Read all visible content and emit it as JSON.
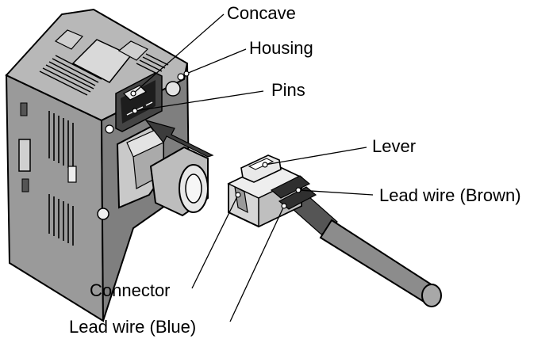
{
  "labels": {
    "concave": "Concave",
    "housing": "Housing",
    "pins": "Pins",
    "lever": "Lever",
    "lead_wire_brown": "Lead  wire (Brown)",
    "connector": "Connector",
    "lead_wire_blue": "Lead  wire (Blue)"
  },
  "colors": {
    "body_front": "#9a9a9a",
    "body_top": "#b8b8b8",
    "body_side": "#7d7d7d",
    "dark": "#3a3a3a",
    "light": "#e6e6e6",
    "outline": "#000000",
    "leader": "#000000",
    "arrow": "#3c3c3c"
  }
}
